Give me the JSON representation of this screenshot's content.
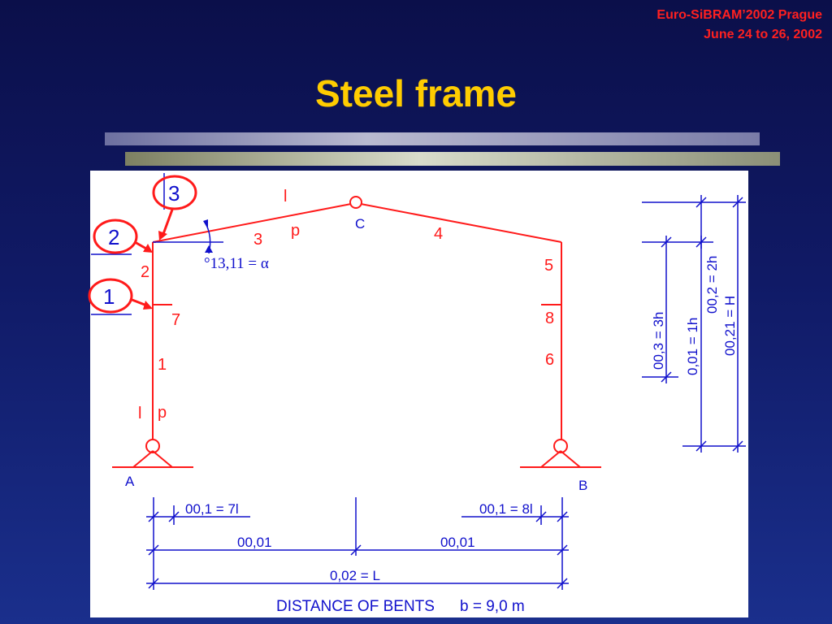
{
  "header": {
    "conference_line1": "Euro-SiBRAM’2002 Prague",
    "conference_line2": "June 24 to 26, 2002",
    "title": "Steel frame"
  },
  "diagram": {
    "callouts": [
      "3",
      "2",
      "1"
    ],
    "member_labels": {
      "top_l": "l",
      "top_p": "p",
      "left_beam": "3",
      "right_beam": "4",
      "left_column_upper": "2",
      "left_column_mid": "7",
      "left_column_lower": "1",
      "right_column_upper": "5",
      "right_column_mid": "8",
      "right_column_lower": "6",
      "left_l": "l",
      "left_p": "p"
    },
    "nodes": {
      "apex": "C",
      "support_left": "A",
      "support_right": "B"
    },
    "angle_label": "°13,11 = α",
    "dimensions": {
      "bottom_left_segment": "00,1 = 7l",
      "bottom_right_segment": "00,1 = 8l",
      "half_span_left": "00,01",
      "half_span_right": "00,01",
      "total_span": "0,02 = L",
      "vertical_h3": "00,3 = 3h",
      "vertical_h1": "0,01 = 1h",
      "vertical_h2": "00,2 = 2h",
      "vertical_H": "00,21 = H"
    },
    "footer_text": "DISTANCE OF BENTS",
    "footer_value": "b = 9,0 m"
  },
  "colors": {
    "frame": "#ff1a1a",
    "dimension": "#1010cc",
    "title": "#ffcc00",
    "conference": "#ff2020"
  }
}
